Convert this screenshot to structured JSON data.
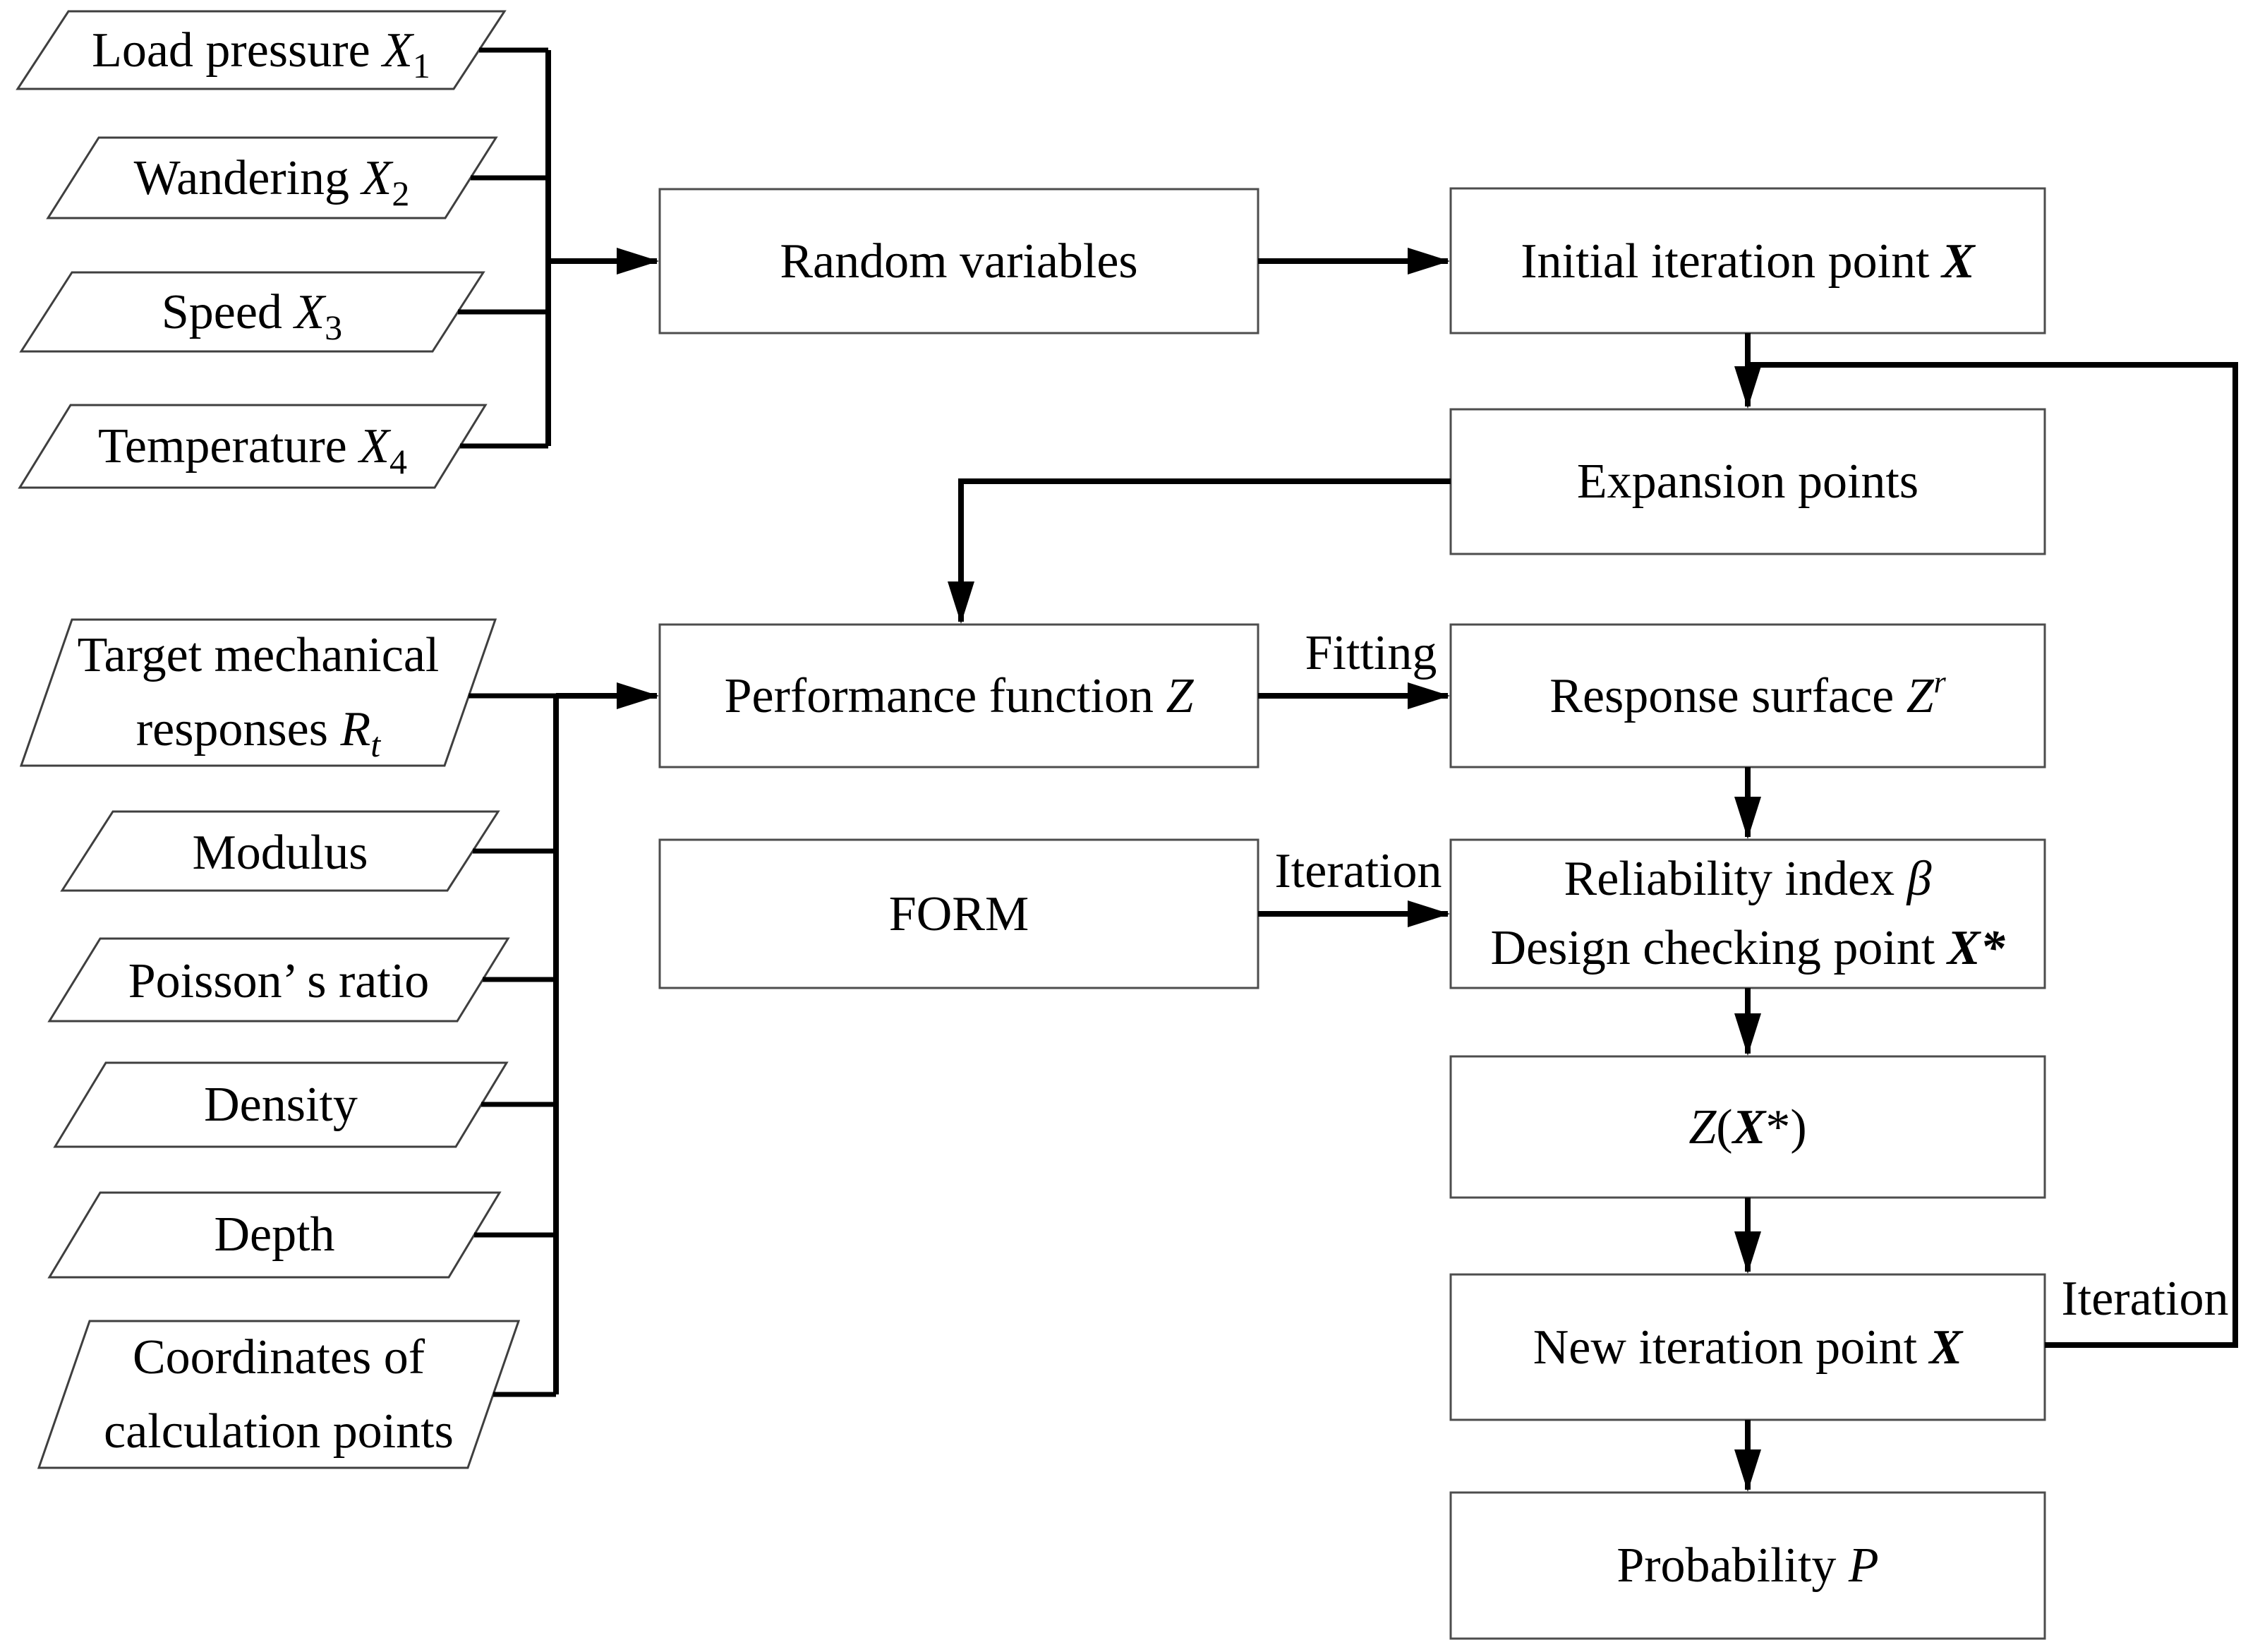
{
  "diagram_type": "flowchart",
  "nodes": {
    "load_pressure": {
      "text": "Load pressure ",
      "var": "X",
      "sub": "1"
    },
    "wandering": {
      "text": "Wandering ",
      "var": "X",
      "sub": "2"
    },
    "speed": {
      "text": "Speed ",
      "var": "X",
      "sub": "3"
    },
    "temperature": {
      "text": "Temperature ",
      "var": "X",
      "sub": "4"
    },
    "random_variables": {
      "text": "Random variables"
    },
    "initial_iteration": {
      "text": "Initial iteration point ",
      "var": "X"
    },
    "expansion_points": {
      "text": "Expansion points"
    },
    "performance_function": {
      "text": "Performance function ",
      "var": "Z"
    },
    "response_surface": {
      "text": "Response surface ",
      "var": "Z",
      "sup": "r"
    },
    "form": {
      "text": "FORM"
    },
    "reliability": {
      "line1": "Reliability index ",
      "line1_var": "β",
      "line2": "Design checking point ",
      "line2_var": "X*"
    },
    "z_of_x": {
      "z": "Z",
      "open": "(",
      "var": "X",
      "close": "*)"
    },
    "new_iteration": {
      "text": "New iteration point ",
      "var": "X"
    },
    "probability": {
      "text": "Probability ",
      "var": "P"
    },
    "target_mech": {
      "line1": "Target mechanical",
      "line2": "responses ",
      "line2_var": "R",
      "line2_sub": "t"
    },
    "modulus": {
      "text": "Modulus"
    },
    "poisson": {
      "text": "Poisson’ s ratio"
    },
    "density": {
      "text": "Density"
    },
    "depth": {
      "text": "Depth"
    },
    "coordinates": {
      "line1": "Coordinates of",
      "line2": "calculation points"
    }
  },
  "edge_labels": {
    "fitting": "Fitting",
    "iteration_form": "Iteration",
    "iteration_loop": "Iteration"
  },
  "colors": {
    "background": "#ffffff",
    "flow_line": "#000000",
    "box_border": "#4d4d4d",
    "shape_fill": "#ffffff",
    "text": "#000000"
  }
}
